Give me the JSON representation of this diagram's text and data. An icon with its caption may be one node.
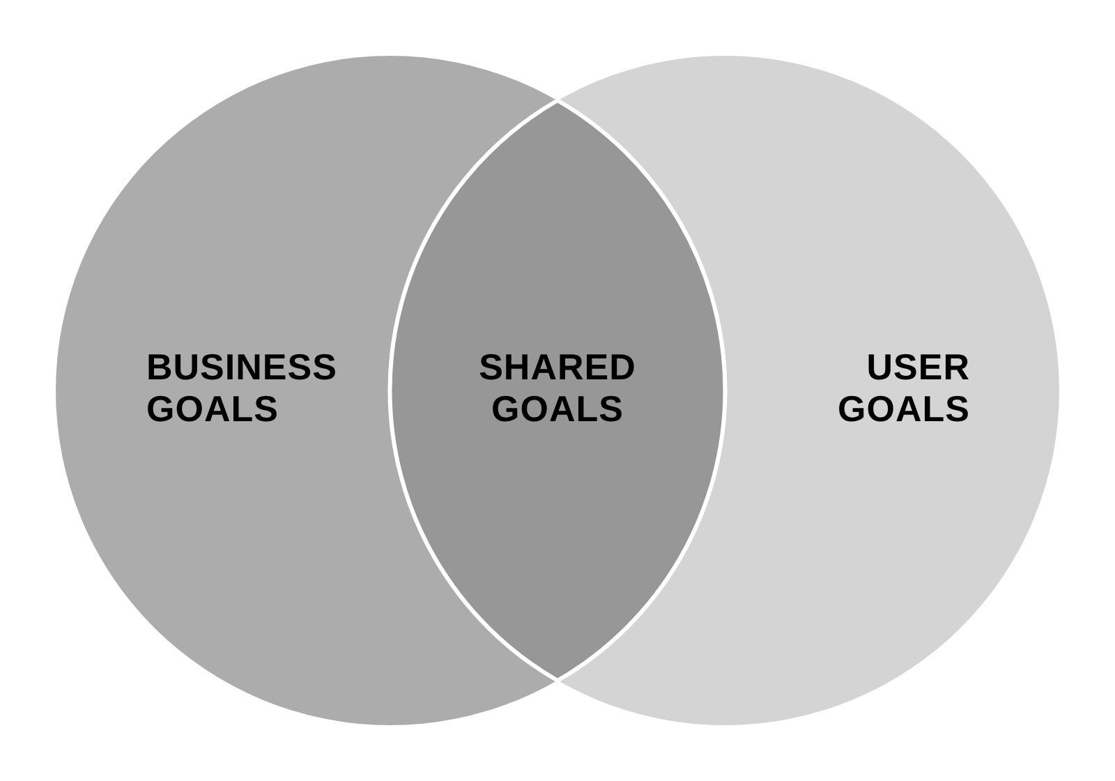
{
  "diagram": {
    "nodes": [
      {
        "text": [
          "BUSINESS GOALS"
        ]
      },
      {
        "text": [
          "SHARED GOALS"
        ]
      },
      {
        "text": [
          "USER GOALS"
        ]
      }
    ]
  }
}
